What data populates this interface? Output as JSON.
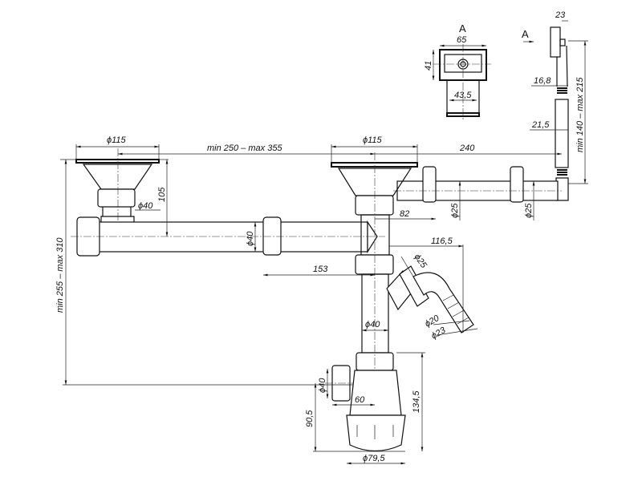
{
  "section_marks": {
    "view_label": "A",
    "arrow_label": "A"
  },
  "detail_a": {
    "width": "65",
    "height": "41",
    "outlet": "43,5"
  },
  "overflow": {
    "head_width": "23",
    "d_upper": "16,8",
    "d_lower": "21,5",
    "height_range": "min 140 – max 215"
  },
  "top_dims": {
    "left_basin_dia": "ϕ115",
    "basin_spacing": "min 250 – max 355",
    "right_basin_dia": "ϕ115",
    "overflow_offset": "240"
  },
  "left_basin": {
    "outlet_dia": "ϕ40",
    "height": "105"
  },
  "horizontal_pipe": {
    "dia": "ϕ40",
    "length": "153"
  },
  "overflow_pipe": {
    "dia_a": "ϕ25",
    "dia_b": "ϕ25",
    "offset": "82"
  },
  "hose_branch": {
    "offset": "116,5",
    "dia_connector": "ϕ25",
    "dia_inner": "ϕ20",
    "dia_outer": "ϕ23"
  },
  "vertical_pipe": {
    "dia": "ϕ40"
  },
  "total_height": "min 255 – max 310",
  "trap": {
    "inlet_dia": "ϕ40",
    "inlet_offset": "60",
    "inlet_height": "90,5",
    "height": "134,5",
    "bottom_dia": "ϕ79,5"
  }
}
